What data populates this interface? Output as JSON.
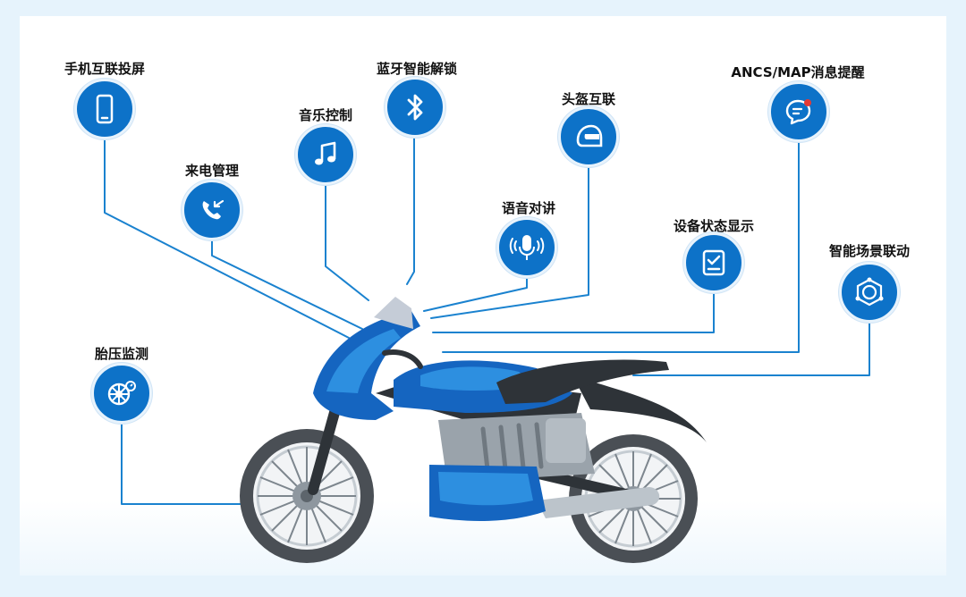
{
  "features": [
    {
      "id": "phone-cast",
      "label": "手机互联投屏",
      "icon": "phone-icon"
    },
    {
      "id": "call-mgmt",
      "label": "来电管理",
      "icon": "incoming-call-icon"
    },
    {
      "id": "music",
      "label": "音乐控制",
      "icon": "music-note-icon"
    },
    {
      "id": "bt-unlock",
      "label": "蓝牙智能解锁",
      "icon": "bluetooth-icon"
    },
    {
      "id": "intercom",
      "label": "语音对讲",
      "icon": "microphone-icon"
    },
    {
      "id": "helmet",
      "label": "头盔互联",
      "icon": "helmet-icon"
    },
    {
      "id": "device-status",
      "label": "设备状态显示",
      "icon": "device-status-icon"
    },
    {
      "id": "ancs",
      "label": "ANCS/MAP消息提醒",
      "icon": "message-bubble-icon"
    },
    {
      "id": "scene",
      "label": "智能场景联动",
      "icon": "scene-link-icon"
    },
    {
      "id": "tpms",
      "label": "胎压监测",
      "icon": "tire-pressure-icon"
    }
  ],
  "colors": {
    "accent": "#0d72c8",
    "line": "#1a82cf",
    "bike_body": "#1565c0",
    "bike_body_light": "#2d8fe0",
    "tire": "#4a4f55",
    "seat": "#2e3338",
    "engine": "#9aa3ab",
    "background": "#e6f3fc"
  }
}
